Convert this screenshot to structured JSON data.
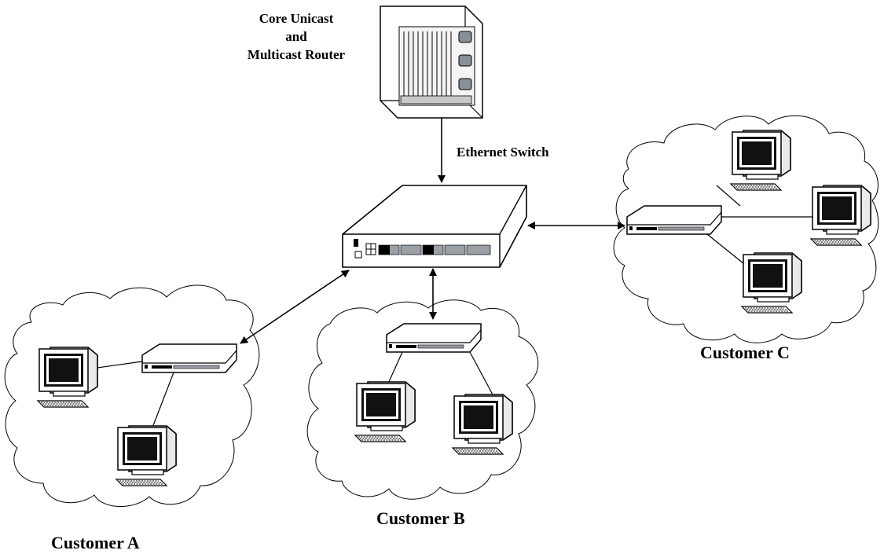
{
  "labels": {
    "router": [
      "Core Unicast",
      "and",
      "Multicast Router"
    ],
    "switch": "Ethernet Switch",
    "customer_a": "Customer A",
    "customer_b": "Customer B",
    "customer_c": "Customer C"
  },
  "nodes": {
    "customer_a_pcs": 2,
    "customer_b_pcs": 2,
    "customer_c_pcs": 3
  },
  "colors": {
    "stroke": "#000000",
    "background": "#ffffff",
    "screen": "#111111",
    "port": "#9aa0a6"
  }
}
